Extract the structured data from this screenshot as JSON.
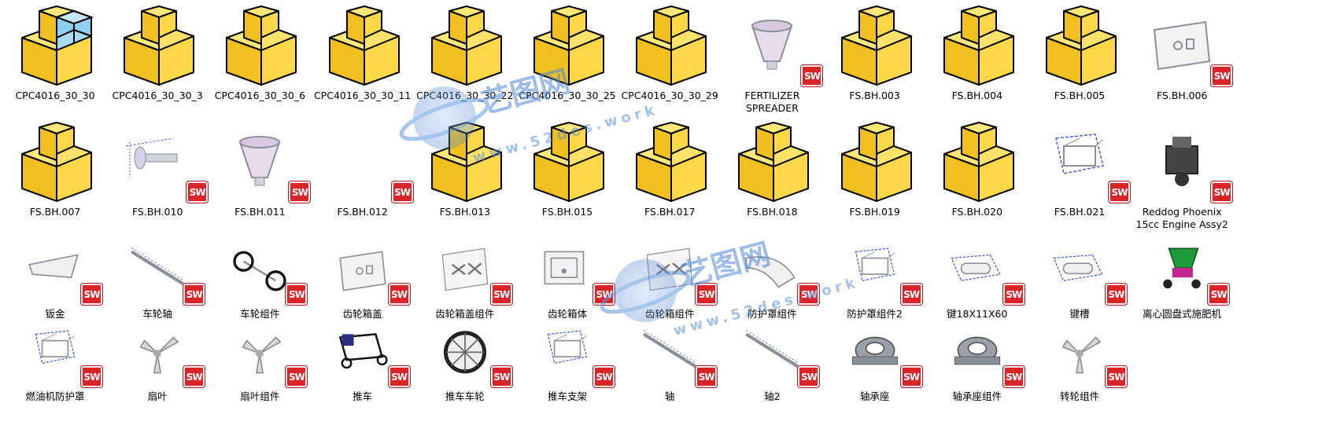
{
  "watermark": {
    "cn": "艺图网",
    "url": "www.52des.work"
  },
  "files": [
    {
      "label": "CPC4016_30_30",
      "icon": "part-icon",
      "sw": false,
      "highlight": true
    },
    {
      "label": "CPC4016_30_30_3",
      "icon": "part-icon",
      "sw": false
    },
    {
      "label": "CPC4016_30_30_6",
      "icon": "part-icon",
      "sw": false
    },
    {
      "label": "CPC4016_30_30_11",
      "icon": "part-icon",
      "sw": false
    },
    {
      "label": "CPC4016_30_30_22",
      "icon": "part-icon",
      "sw": false
    },
    {
      "label": "CPC4016_30_30_25",
      "icon": "part-icon",
      "sw": false
    },
    {
      "label": "CPC4016_30_30_29",
      "icon": "part-icon",
      "sw": false
    },
    {
      "label": "FERTILIZER\nSPREADER",
      "icon": "hopper-thumbnail",
      "sw": true
    },
    {
      "label": "FS.BH.003",
      "icon": "part-icon",
      "sw": false
    },
    {
      "label": "FS.BH.004",
      "icon": "part-icon",
      "sw": false
    },
    {
      "label": "FS.BH.005",
      "icon": "part-icon",
      "sw": false
    },
    {
      "label": "FS.BH.006",
      "icon": "plate-thumbnail",
      "sw": true
    },
    {
      "label": "FS.BH.007",
      "icon": "part-icon",
      "sw": false
    },
    {
      "label": "FS.BH.010",
      "icon": "shaft-thumbnail",
      "sw": true
    },
    {
      "label": "FS.BH.011",
      "icon": "hopper-thumbnail",
      "sw": true
    },
    {
      "label": "FS.BH.012",
      "icon": "blank-thumbnail",
      "sw": true
    },
    {
      "label": "FS.BH.013",
      "icon": "part-icon",
      "sw": false
    },
    {
      "label": "FS.BH.015",
      "icon": "part-icon",
      "sw": false
    },
    {
      "label": "FS.BH.017",
      "icon": "part-icon",
      "sw": false
    },
    {
      "label": "FS.BH.018",
      "icon": "part-icon",
      "sw": false
    },
    {
      "label": "FS.BH.019",
      "icon": "part-icon",
      "sw": false
    },
    {
      "label": "FS.BH.020",
      "icon": "part-icon",
      "sw": false
    },
    {
      "label": "FS.BH.021",
      "icon": "frame-thumbnail",
      "sw": true
    },
    {
      "label": "Reddog Phoenix\n15cc Engine Assy2",
      "icon": "engine-thumbnail",
      "sw": true
    },
    {
      "label": "钣金",
      "icon": "sheet-thumbnail",
      "sw": true
    },
    {
      "label": "车轮轴",
      "icon": "axle-thumbnail",
      "sw": true
    },
    {
      "label": "车轮组件",
      "icon": "wheels-thumbnail",
      "sw": true
    },
    {
      "label": "齿轮箱盖",
      "icon": "plate-thumbnail",
      "sw": true
    },
    {
      "label": "齿轮箱盖组件",
      "icon": "gearbox-thumbnail",
      "sw": true
    },
    {
      "label": "齿轮箱体",
      "icon": "box-thumbnail",
      "sw": true
    },
    {
      "label": "齿轮箱组件",
      "icon": "gearbox-thumbnail",
      "sw": true
    },
    {
      "label": "防护罩组件",
      "icon": "guard-thumbnail",
      "sw": true
    },
    {
      "label": "防护罩组件2",
      "icon": "frame-thumbnail",
      "sw": true
    },
    {
      "label": "键18X11X60",
      "icon": "key-thumbnail",
      "sw": true
    },
    {
      "label": "键槽",
      "icon": "key-thumbnail",
      "sw": true
    },
    {
      "label": "离心圆盘式施肥机",
      "icon": "spreader-thumbnail",
      "sw": true
    },
    {
      "label": "燃油机防护罩",
      "icon": "frame-thumbnail",
      "sw": true
    },
    {
      "label": "扇叶",
      "icon": "fan-thumbnail",
      "sw": true
    },
    {
      "label": "扇叶组件",
      "icon": "fan-thumbnail",
      "sw": true
    },
    {
      "label": "推车",
      "icon": "cart-thumbnail",
      "sw": true
    },
    {
      "label": "推车车轮",
      "icon": "wheel-thumbnail",
      "sw": true
    },
    {
      "label": "推车支架",
      "icon": "frame-thumbnail",
      "sw": true
    },
    {
      "label": "轴",
      "icon": "axle-thumbnail",
      "sw": true
    },
    {
      "label": "轴2",
      "icon": "axle-thumbnail",
      "sw": true
    },
    {
      "label": "轴承座",
      "icon": "bearing-thumbnail",
      "sw": true
    },
    {
      "label": "轴承座组件",
      "icon": "bearing-thumbnail",
      "sw": true
    },
    {
      "label": "转轮组件",
      "icon": "fan-thumbnail",
      "sw": true
    }
  ]
}
